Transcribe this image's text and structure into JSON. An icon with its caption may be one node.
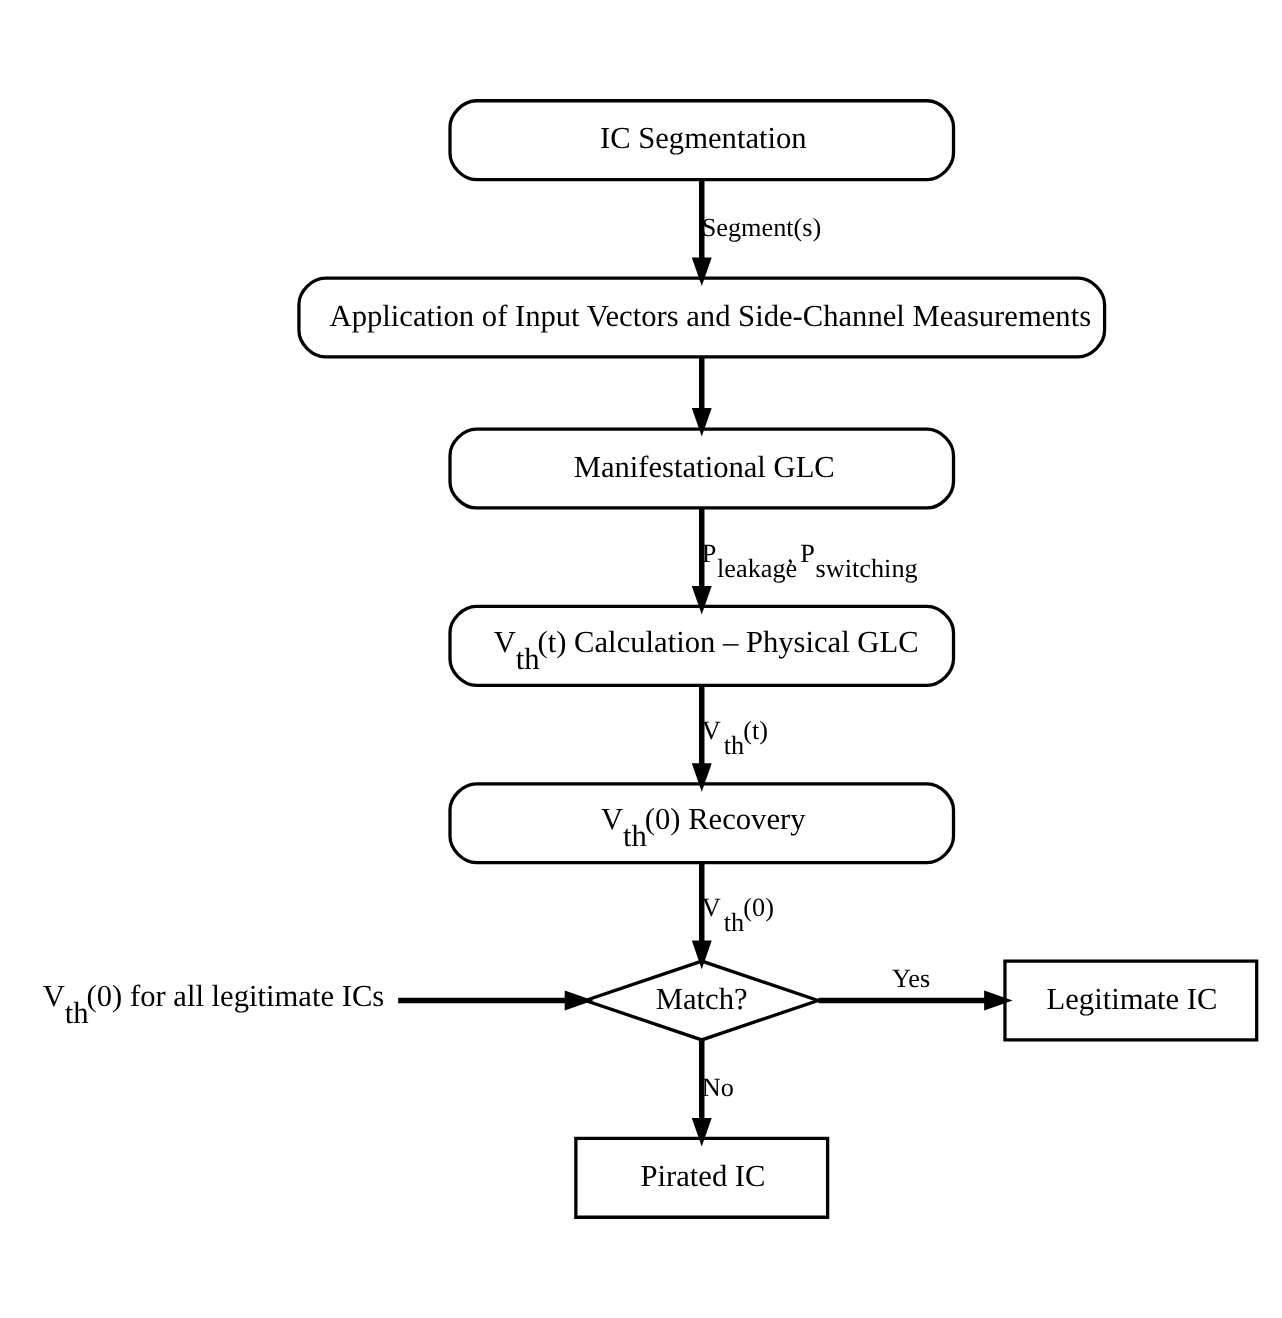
{
  "diagram": {
    "nodes": [
      {
        "text": [
          "IC Segmentation"
        ]
      },
      {
        "text": [
          "Application of Input Vectors and Side-Channel Measurements"
        ]
      },
      {
        "text": [
          "Manifestational GLC"
        ]
      },
      {
        "text": [
          "V$_{th}$(t) Calculation – Physical GLC"
        ]
      },
      {
        "text": [
          "V$_{th}$(0) Recovery"
        ]
      },
      {
        "text": [
          "Match?"
        ]
      },
      {
        "text": [
          "Legitimate IC"
        ]
      },
      {
        "text": [
          "Pirated IC"
        ]
      },
      {
        "text": [
          "V$_{th}$(0) for all legitimate ICs"
        ]
      }
    ],
    "edges": [
      {
        "from": 0,
        "to": 1,
        "arrow": "to",
        "label": "Segment(s)"
      },
      {
        "from": 1,
        "to": 2,
        "arrow": "to"
      },
      {
        "from": 2,
        "to": 3,
        "arrow": "to",
        "label": "P$_{leakage}$, P$_{switching}$"
      },
      {
        "from": 3,
        "to": 4,
        "arrow": "to",
        "label": "V$_{th}$(t)"
      },
      {
        "from": 4,
        "to": 5,
        "arrow": "to",
        "label": "V$_{th}$(0)"
      },
      {
        "from": 5,
        "to": 6,
        "arrow": "to",
        "label": "Yes"
      },
      {
        "from": 5,
        "to": 7,
        "arrow": "to",
        "label": "No"
      },
      {
        "from": 8,
        "to": 5,
        "arrow": "to"
      }
    ]
  }
}
